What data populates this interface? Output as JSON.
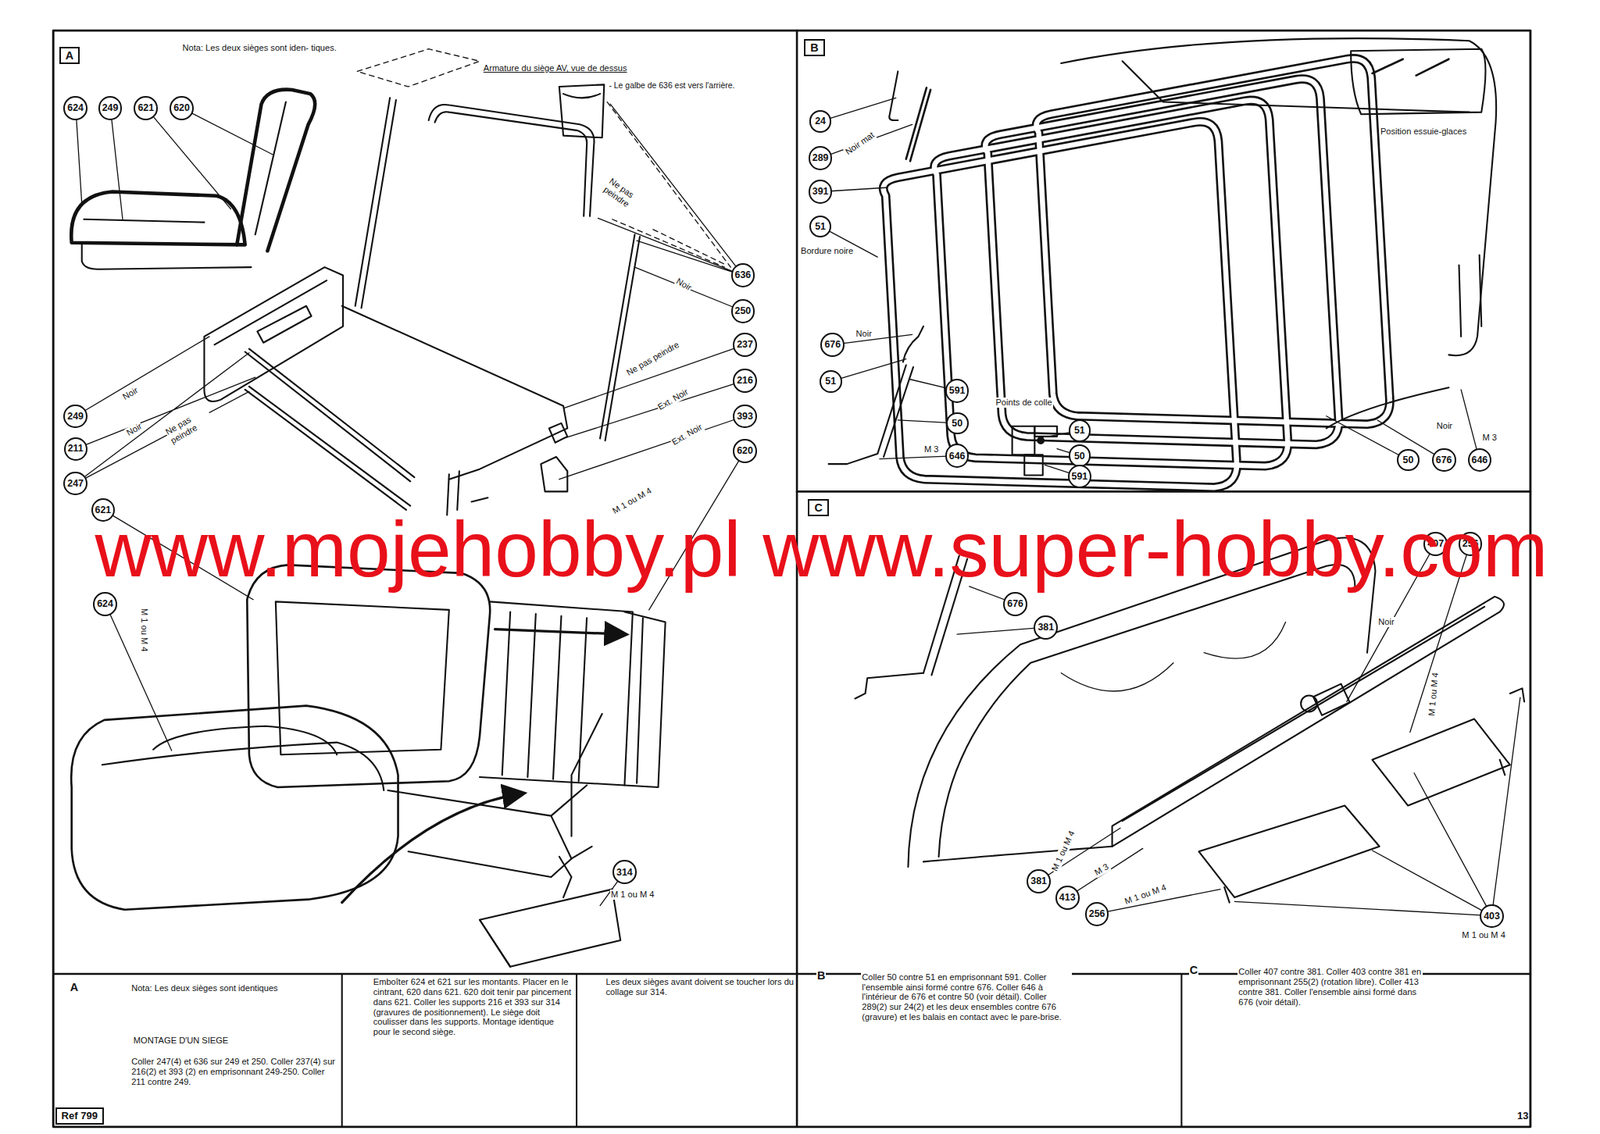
{
  "diagram": {
    "nodes": [
      {
        "text": [
          "A"
        ]
      },
      {
        "text": [
          "B"
        ]
      },
      {
        "text": [
          "C"
        ]
      },
      {
        "text": [
          "624"
        ]
      },
      {
        "text": [
          "249"
        ]
      },
      {
        "text": [
          "621"
        ]
      },
      {
        "text": [
          "620"
        ]
      },
      {
        "text": [
          "636"
        ]
      },
      {
        "text": [
          "250"
        ]
      },
      {
        "text": [
          "237"
        ]
      },
      {
        "text": [
          "216"
        ]
      },
      {
        "text": [
          "393"
        ]
      },
      {
        "text": [
          "620"
        ]
      },
      {
        "text": [
          "249"
        ]
      },
      {
        "text": [
          "211"
        ]
      },
      {
        "text": [
          "247"
        ]
      },
      {
        "text": [
          "621"
        ]
      },
      {
        "text": [
          "624"
        ]
      },
      {
        "text": [
          "314"
        ]
      },
      {
        "text": [
          "24"
        ]
      },
      {
        "text": [
          "289"
        ]
      },
      {
        "text": [
          "391"
        ]
      },
      {
        "text": [
          "51"
        ]
      },
      {
        "text": [
          "676"
        ]
      },
      {
        "text": [
          "51"
        ]
      },
      {
        "text": [
          "591"
        ]
      },
      {
        "text": [
          "50"
        ]
      },
      {
        "text": [
          "646"
        ]
      },
      {
        "text": [
          "51"
        ]
      },
      {
        "text": [
          "50"
        ]
      },
      {
        "text": [
          "591"
        ]
      },
      {
        "text": [
          "50"
        ]
      },
      {
        "text": [
          "676"
        ]
      },
      {
        "text": [
          "646"
        ]
      },
      {
        "text": [
          "407"
        ]
      },
      {
        "text": [
          "256"
        ]
      },
      {
        "text": [
          "676"
        ]
      },
      {
        "text": [
          "381"
        ]
      },
      {
        "text": [
          "381"
        ]
      },
      {
        "text": [
          "413"
        ]
      },
      {
        "text": [
          "256"
        ]
      },
      {
        "text": [
          "403"
        ]
      },
      {
        "text": [
          "Ref 799"
        ]
      }
    ],
    "labels": [
      "Nota: Les deux sièges sont iden- tiques.",
      "Armature du siège AV, vue de dessus",
      "- Le galbe de 636 est vers l'arrière.",
      "Ne pas peindre",
      "Noir",
      "Ne pas peindre",
      "Ext. Noir",
      "Ext. Noir",
      "Noir",
      "Noir",
      "Ne pas peindre",
      "M 1 ou M 4",
      "M 1 ou M 4",
      "M 1 ou M 4",
      "Noir mat",
      "Bordure noire",
      "Noir",
      "M 3",
      "Points de colle",
      "Position essuie-glaces",
      "Noir",
      "M 3",
      "Noir",
      "M 1 ou M 4",
      "M 1 ou M 4",
      "M 3",
      "M 1 ou M 4",
      "M 1 ou M 4",
      "A",
      "Nota: Les deux sièges sont identiques",
      "MONTAGE D'UN SIEGE",
      "Coller 247(4) et 636 sur 249 et 250. Coller 237(4) sur 216(2) et 393 (2) en emprisonnant 249-250. Coller 211 contre 249.",
      "Emboîter 624 et 621 sur les montants. Placer en le cintrant, 620 dans 621. 620 doit tenir par pincement dans 621. Coller les supports 216 et 393 sur 314 (gravures de positionnement). Le siège doit coulisser dans les supports. Montage identique pour le second siège.",
      "Les deux sièges avant doivent se toucher lors du collage sur 314.",
      "B",
      "Coller 50 contre 51 en emprisonnant 591. Coller l'ensemble ainsi formé contre 676. Coller 646 à l'intérieur de 676 et contre 50 (voir détail). Coller 289(2) sur 24(2) et les deux ensembles contre 676 (gravure) et les balais en contact avec le pare-brise.",
      "C",
      "Coller 407 contre 381. Coller 403 contre 381 en emprisonnant 255(2) (rotation libre). Coller 413 contre 381. Coller l'ensemble ainsi formé dans 676 (voir détail).",
      "13",
      "www.mojehobby.pl www.super-hobby.com"
    ]
  }
}
